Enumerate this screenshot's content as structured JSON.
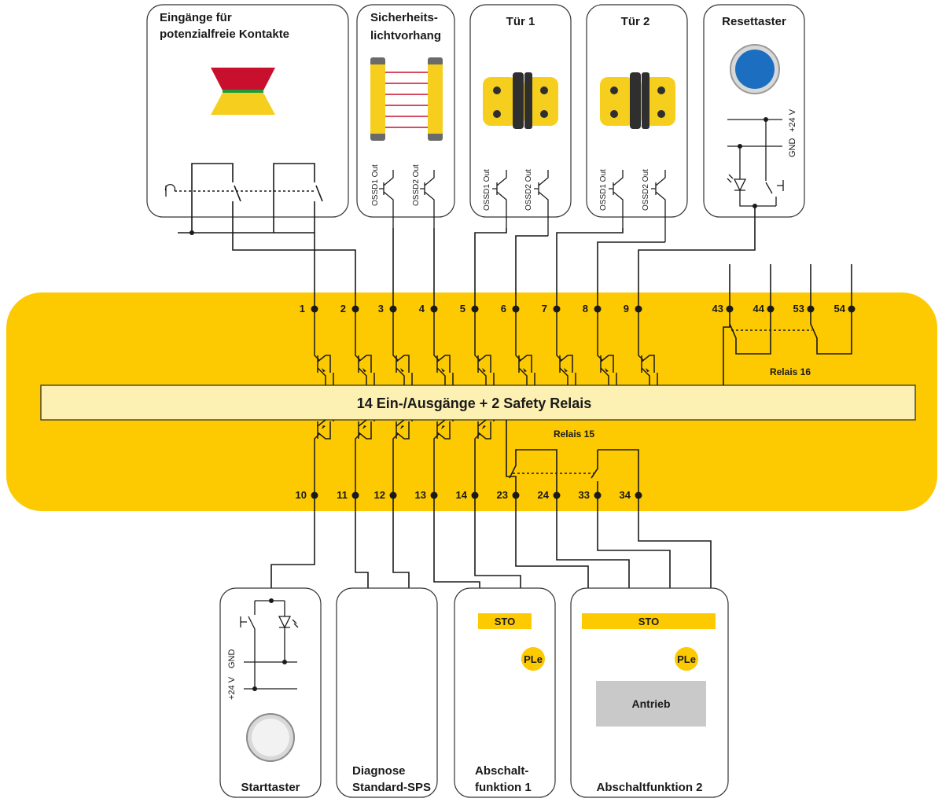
{
  "devices": {
    "eingaenge": {
      "line1": "Eingänge für",
      "line2": "potenzialfreie Kontakte"
    },
    "lichtvorhang": {
      "line1": "Sicherheits-",
      "line2": "lichtvorhang"
    },
    "tuer1": {
      "title": "Tür 1"
    },
    "tuer2": {
      "title": "Tür 2"
    },
    "resettaster": {
      "title": "Resettaster"
    },
    "starttaster": {
      "title": "Starttaster"
    },
    "diagnose": {
      "line1": "Diagnose",
      "line2": "Standard-SPS"
    },
    "abschalt1": {
      "line1": "Abschalt-",
      "line2": "funktion 1"
    },
    "abschalt2": {
      "title": "Abschaltfunktion 2"
    }
  },
  "ossd": {
    "out1": "OSSD1 Out",
    "out2": "OSSD2 Out"
  },
  "supply": {
    "plus": "+24 V",
    "gnd": "GND"
  },
  "module": {
    "title": "14 Ein-/Ausgänge + 2 Safety Relais"
  },
  "relays": {
    "r16": "Relais 16",
    "r15": "Relais 15"
  },
  "pins_top": [
    "1",
    "2",
    "3",
    "4",
    "5",
    "6",
    "7",
    "8",
    "9"
  ],
  "pins_bottom": [
    "10",
    "11",
    "12",
    "13",
    "14"
  ],
  "relay16_pins": [
    "43",
    "44",
    "53",
    "54"
  ],
  "relay15_pins": [
    "23",
    "24",
    "33",
    "34"
  ],
  "sto": {
    "label": "STO"
  },
  "ple": {
    "label": "PLe"
  },
  "antrieb": {
    "label": "Antrieb"
  },
  "colors": {
    "module_yellow": "#fdc900",
    "bar_fill": "#fdf0b3",
    "device_yellow": "#f6cf1e",
    "estop_red": "#c8102e",
    "estop_green": "#1f9a3a",
    "reset_blue": "#1c6fc0",
    "antrieb_grey": "#c9c9c9"
  }
}
